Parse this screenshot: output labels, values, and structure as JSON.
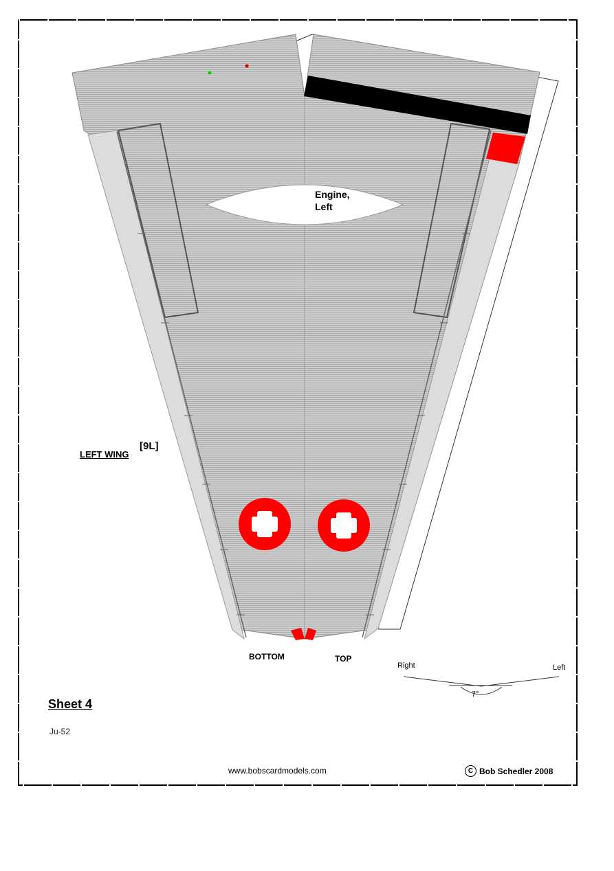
{
  "labels": {
    "engine_line1": "Engine,",
    "engine_line2": "Left",
    "left_wing": "LEFT WING",
    "part_code": "[9L]",
    "bottom": "BOTTOM",
    "top": "TOP",
    "dihedral_right": "Right",
    "dihedral_left": "Left",
    "dihedral_angle": "7°"
  },
  "footer": {
    "sheet": "Sheet 4",
    "model": "Ju-52",
    "url": "www.bobscardmodels.com",
    "copyright_symbol": "C",
    "copyright_text": "Bob Schedler 2008"
  },
  "colors": {
    "wing_gray": "#c8c8c8",
    "tab_gray": "#dcdcdc",
    "marking_red": "#ff0000",
    "stripe_black": "#000000",
    "cross_white": "#ffffff"
  },
  "icons": {
    "roundel_bottom": "swiss-cross-roundel-icon",
    "roundel_top": "swiss-cross-roundel-icon",
    "copyright": "copyright-icon"
  }
}
